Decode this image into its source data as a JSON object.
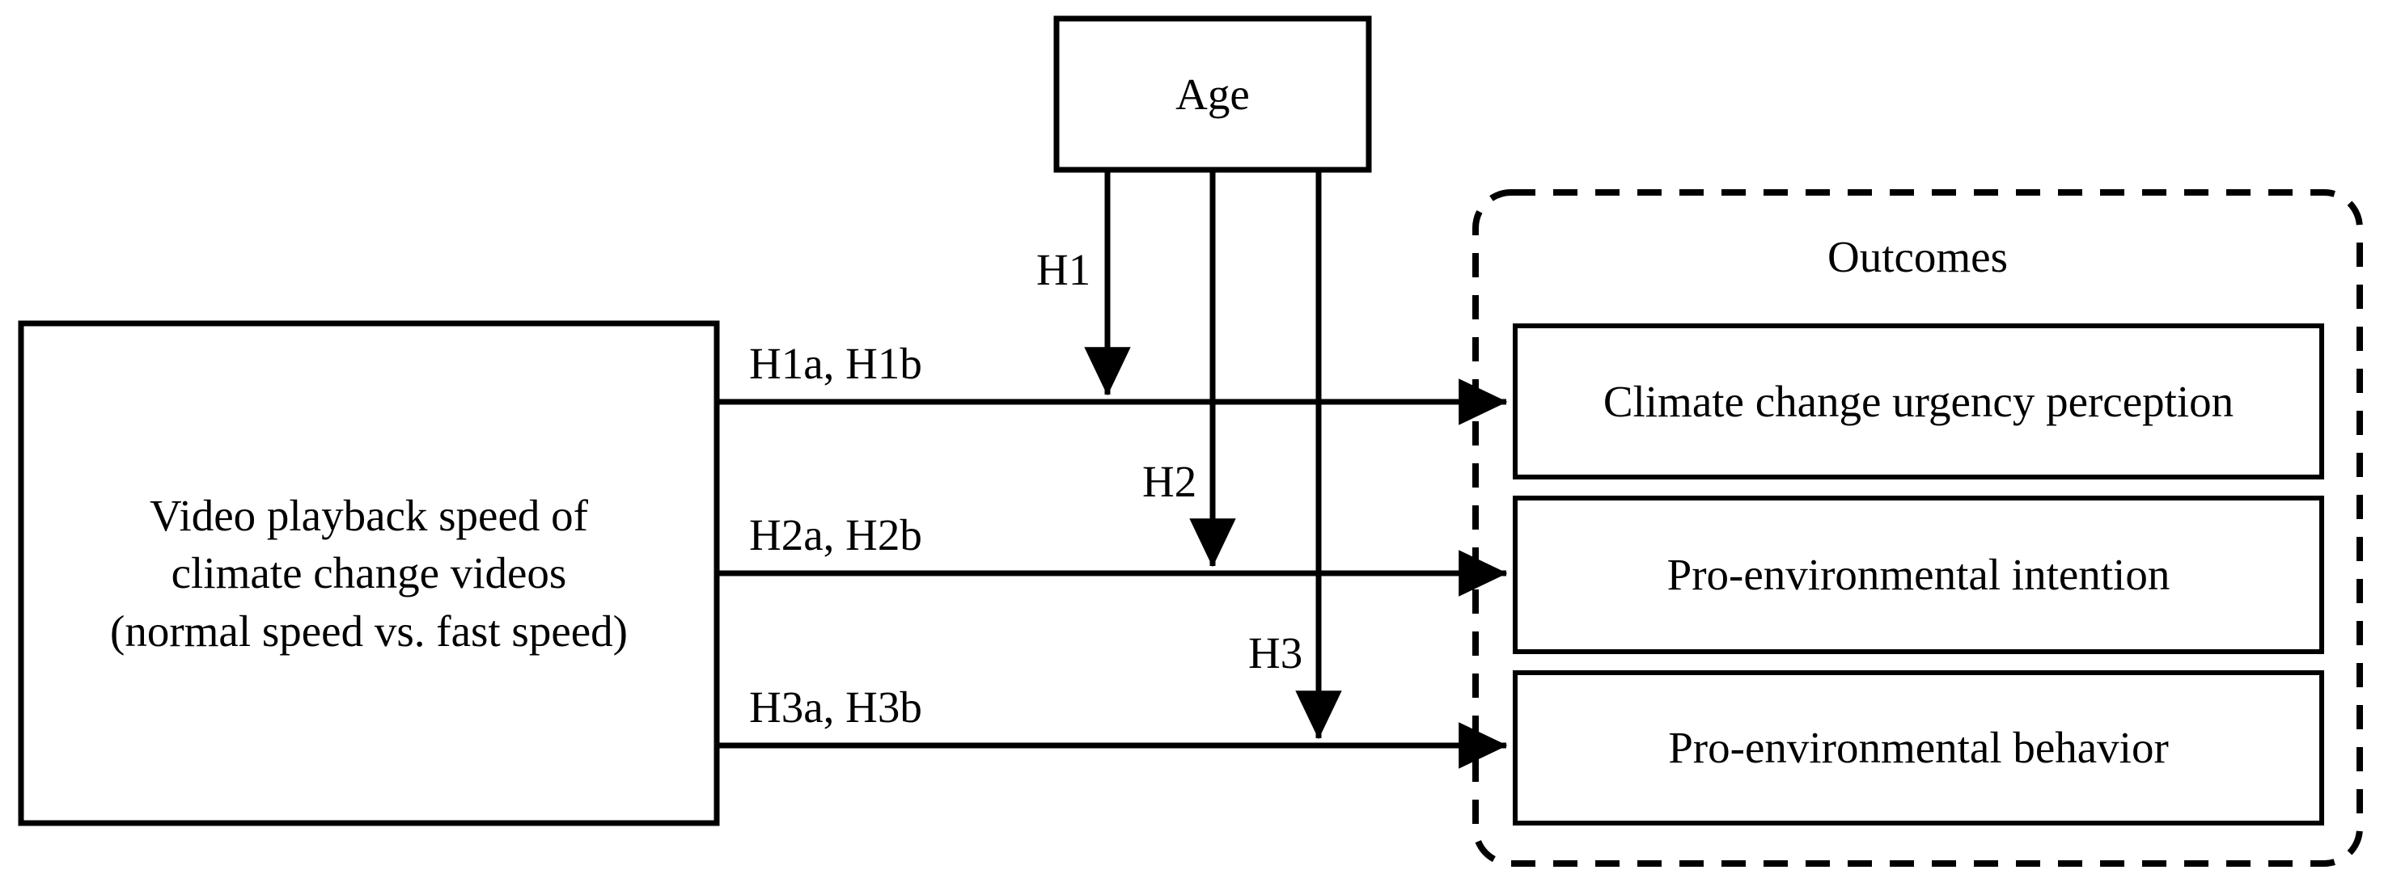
{
  "diagram": {
    "type": "conceptual-model-flow-diagram",
    "background_color": "#ffffff",
    "stroke_color": "#000000",
    "nodes": {
      "predictor": {
        "label": "Video playback speed of\nclimate change videos\n(normal speed vs. fast speed)",
        "shape": "rectangle",
        "border_style": "solid"
      },
      "moderator": {
        "label": "Age",
        "shape": "rectangle",
        "border_style": "solid"
      },
      "outcome_group": {
        "label": "Outcomes",
        "shape": "rounded-rectangle",
        "border_style": "dashed"
      },
      "outcome_1": {
        "label": "Climate change urgency perception",
        "shape": "rectangle",
        "border_style": "solid"
      },
      "outcome_2": {
        "label": "Pro-environmental intention",
        "shape": "rectangle",
        "border_style": "solid"
      },
      "outcome_3": {
        "label": "Pro-environmental behavior",
        "shape": "rectangle",
        "border_style": "solid"
      }
    },
    "edges": {
      "main_paths": [
        {
          "id": "h1ab",
          "label": "H1a, H1b",
          "from": "predictor",
          "to": "outcome_1",
          "direction": "horizontal-right"
        },
        {
          "id": "h2ab",
          "label": "H2a, H2b",
          "from": "predictor",
          "to": "outcome_2",
          "direction": "horizontal-right"
        },
        {
          "id": "h3ab",
          "label": "H3a, H3b",
          "from": "predictor",
          "to": "outcome_3",
          "direction": "horizontal-right"
        }
      ],
      "moderation_paths": [
        {
          "id": "h1",
          "label": "H1",
          "from": "moderator",
          "to": "h1ab",
          "direction": "vertical-down"
        },
        {
          "id": "h2",
          "label": "H2",
          "from": "moderator",
          "to": "h2ab",
          "direction": "vertical-down"
        },
        {
          "id": "h3",
          "label": "H3",
          "from": "moderator",
          "to": "h3ab",
          "direction": "vertical-down"
        }
      ]
    }
  }
}
